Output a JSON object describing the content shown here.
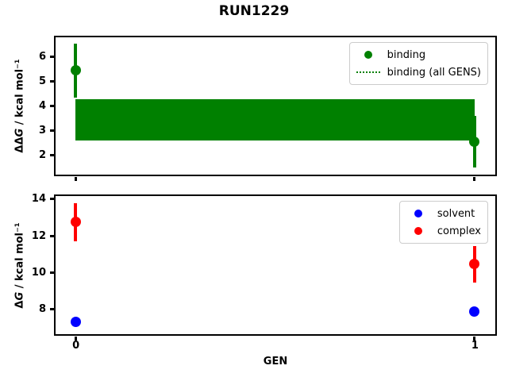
{
  "figure": {
    "title": "RUN1229",
    "background": "#ffffff",
    "axis_color": "#000000"
  },
  "chart_data": [
    {
      "type": "scatter",
      "subplot": "binding",
      "ylabel": {
        "prefix": "ΔΔ",
        "symbol": "G",
        "units": " / kcal mol⁻¹"
      },
      "xlim": [
        -0.05,
        1.05
      ],
      "ylim": [
        1.25,
        6.8
      ],
      "yticks": [
        2,
        3,
        4,
        5,
        6
      ],
      "xticks": [
        0,
        1
      ],
      "xticklabels": [],
      "grid": false,
      "legend_position": "upper right",
      "series": [
        {
          "name": "binding",
          "color": "#008000",
          "marker": "circle",
          "x": [
            0,
            1
          ],
          "y": [
            5.45,
            2.55
          ],
          "yerr": [
            1.1,
            1.05
          ]
        }
      ],
      "band": {
        "name": "binding (all GENS)",
        "color": "#008000",
        "legend_style": "dotted-line",
        "x_range": [
          0,
          1
        ],
        "y_low": 2.6,
        "y_high": 4.27
      }
    },
    {
      "type": "scatter",
      "subplot": "components",
      "xlabel": "GEN",
      "ylabel": {
        "prefix": "Δ",
        "symbol": "G",
        "units": " / kcal mol⁻¹"
      },
      "xlim": [
        -0.05,
        1.05
      ],
      "ylim": [
        6.67,
        14.17
      ],
      "yticks": [
        8,
        10,
        12,
        14
      ],
      "xticks": [
        0,
        1
      ],
      "xticklabels": [
        "0",
        "1"
      ],
      "grid": false,
      "legend_position": "upper right",
      "series": [
        {
          "name": "solvent",
          "color": "#0000ff",
          "marker": "circle",
          "x": [
            0,
            1
          ],
          "y": [
            7.3,
            7.85
          ],
          "yerr": [
            0,
            0
          ]
        },
        {
          "name": "complex",
          "color": "#ff0000",
          "marker": "circle",
          "x": [
            0,
            1
          ],
          "y": [
            12.75,
            10.45
          ],
          "yerr": [
            1.05,
            1.0
          ]
        }
      ]
    }
  ]
}
